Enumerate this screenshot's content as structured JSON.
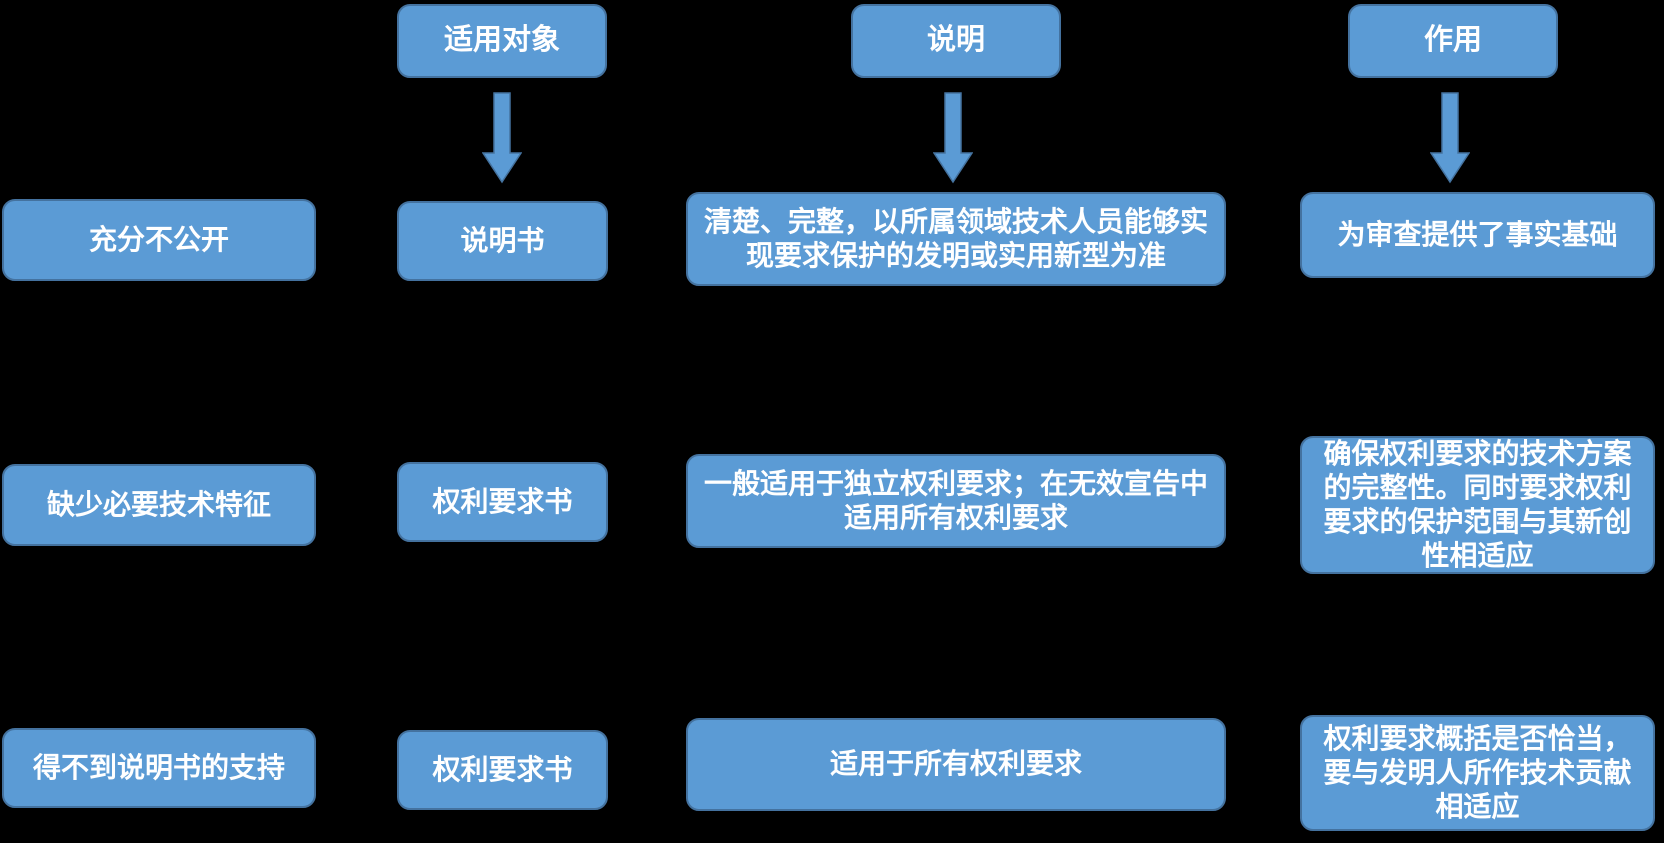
{
  "diagram": {
    "colors": {
      "background": "#000000",
      "box_fill": "#5B9BD5",
      "box_border": "#44729F",
      "text_color": "#FFFFFF"
    },
    "headers": [
      {
        "label": "适用对象"
      },
      {
        "label": "说明"
      },
      {
        "label": "作用"
      }
    ],
    "icons": [
      {
        "name": "down-arrow"
      },
      {
        "name": "down-arrow"
      },
      {
        "name": "down-arrow"
      }
    ],
    "rows": [
      {
        "cells": [
          "充分不公开",
          "说明书",
          "清楚、完整，以所属领域技术人员能够实现要求保护的发明或实用新型为准",
          "为审查提供了事实基础"
        ]
      },
      {
        "cells": [
          "缺少必要技术特征",
          "权利要求书",
          "一般适用于独立权利要求；在无效宣告中适用所有权利要求",
          "确保权利要求的技术方案的完整性。同时要求权利要求的保护范围与其新创性相适应"
        ]
      },
      {
        "cells": [
          "得不到说明书的支持",
          "权利要求书",
          "适用于所有权利要求",
          "权利要求概括是否恰当，要与发明人所作技术贡献相适应"
        ]
      }
    ]
  }
}
